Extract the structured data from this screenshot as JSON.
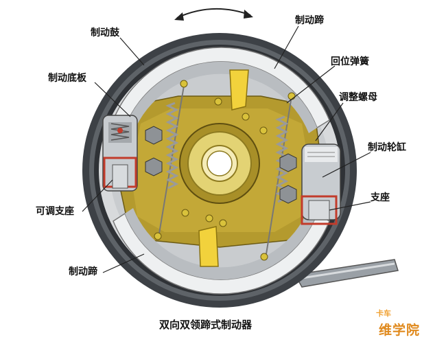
{
  "labels": {
    "brake_drum": "制动鼓",
    "brake_shoe_top": "制动蹄",
    "brake_backing_plate": "制动底板",
    "return_spring": "回位弹簧",
    "adjusting_nut": "调整螺母",
    "wheel_cylinder": "制动轮缸",
    "support": "支座",
    "adjustable_support": "可调支座",
    "brake_shoe_bottom": "制动蹄"
  },
  "caption": "双向双领蹄式制动器",
  "watermark": {
    "small": "卡车",
    "main": "维学院"
  },
  "colors": {
    "drum": "#3d4146",
    "shoe": "#d3d6d8",
    "plate": "#b49a2e",
    "hub": "#d6c65e",
    "cam": "#f2d23c",
    "spring": "#9a9a9a",
    "cylinder": "#c8ccd0",
    "accent": "#c23b2b"
  }
}
